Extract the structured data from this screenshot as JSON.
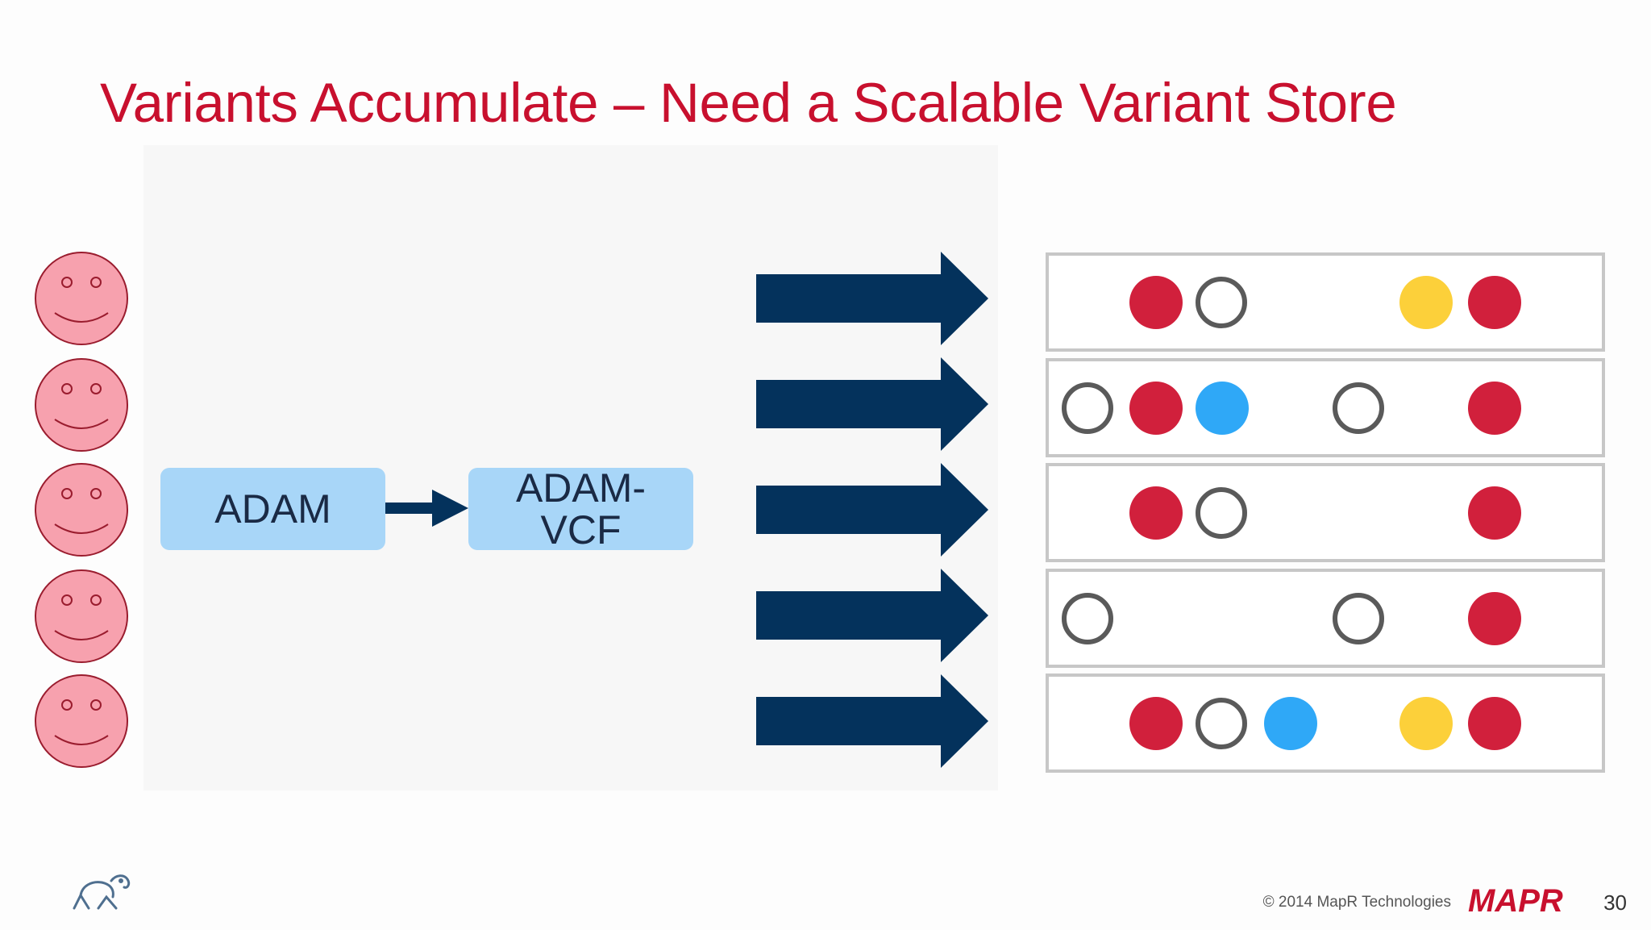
{
  "slide": {
    "title": "Variants Accumulate – Need a Scalable Variant Store",
    "boxes": {
      "adam": "ADAM",
      "adam_vcf": "ADAM-VCF"
    },
    "footer": {
      "copyright": "© 2014 MapR Technologies",
      "brand": "MAPR",
      "page_number": "30"
    }
  },
  "icons": {
    "person": "smiley-face-icon",
    "arrow": "right-arrow-icon",
    "footer_logo": "elephant-figure-icon"
  },
  "colors": {
    "title": "#c8102e",
    "face_fill": "#f7a1ae",
    "face_stroke": "#9a1c2e",
    "box_fill": "#a8d6f8",
    "arrow": "#04325c",
    "red": "#d1203c",
    "blue": "#2fa8f7",
    "yellow": "#fcd03a",
    "open": "#5a5a5a"
  },
  "variant_rows": [
    {
      "variants": [
        "empty",
        "red",
        "open",
        "empty",
        "empty",
        "yellow",
        "red"
      ]
    },
    {
      "variants": [
        "open",
        "red",
        "blue",
        "empty",
        "open",
        "empty",
        "red"
      ]
    },
    {
      "variants": [
        "empty",
        "red",
        "open",
        "empty",
        "empty",
        "empty",
        "red"
      ]
    },
    {
      "variants": [
        "open",
        "empty",
        "empty",
        "empty",
        "open",
        "empty",
        "red"
      ]
    },
    {
      "variants": [
        "empty",
        "red",
        "open",
        "blue",
        "empty",
        "yellow",
        "red"
      ]
    }
  ]
}
